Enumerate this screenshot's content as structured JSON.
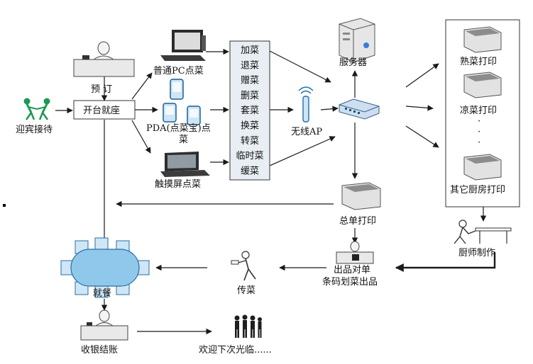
{
  "reception": {
    "greet_label": "迎宾接待",
    "reserve_label": "预  订",
    "open_table_label": "开台就座"
  },
  "ordering": {
    "pc_label": "普通PC点菜",
    "pda_label_line1": "PDA(点菜宝)点",
    "pda_label_line2": "菜",
    "touch_label": "触摸屏点菜"
  },
  "operations": [
    "加菜",
    "退菜",
    "赠菜",
    "删菜",
    "套菜",
    "换菜",
    "转菜",
    "临时菜",
    "缓菜"
  ],
  "network": {
    "ap_label": "无线AP",
    "server_label": "服务器"
  },
  "printers": {
    "hot_dish": "熟菜打印",
    "cold_dish": "凉菜打印",
    "dots": [
      "·",
      "·",
      "·"
    ],
    "other_kitchen": "其它厨房打印",
    "summary": "总单打印"
  },
  "kitchen": {
    "chef_label": "厨师制作",
    "checkout_line1": "出品对单",
    "checkout_line2": "条码划菜出品",
    "serve_label": "传菜"
  },
  "dining": {
    "dine_label": "就餐",
    "cashier_label": "收银结账",
    "farewell_label": "欢迎下次光临......"
  },
  "colors": {
    "accent_green": "#1a9a55",
    "figure_blue": "#8fc8ea",
    "line": "#1a1a1a"
  }
}
